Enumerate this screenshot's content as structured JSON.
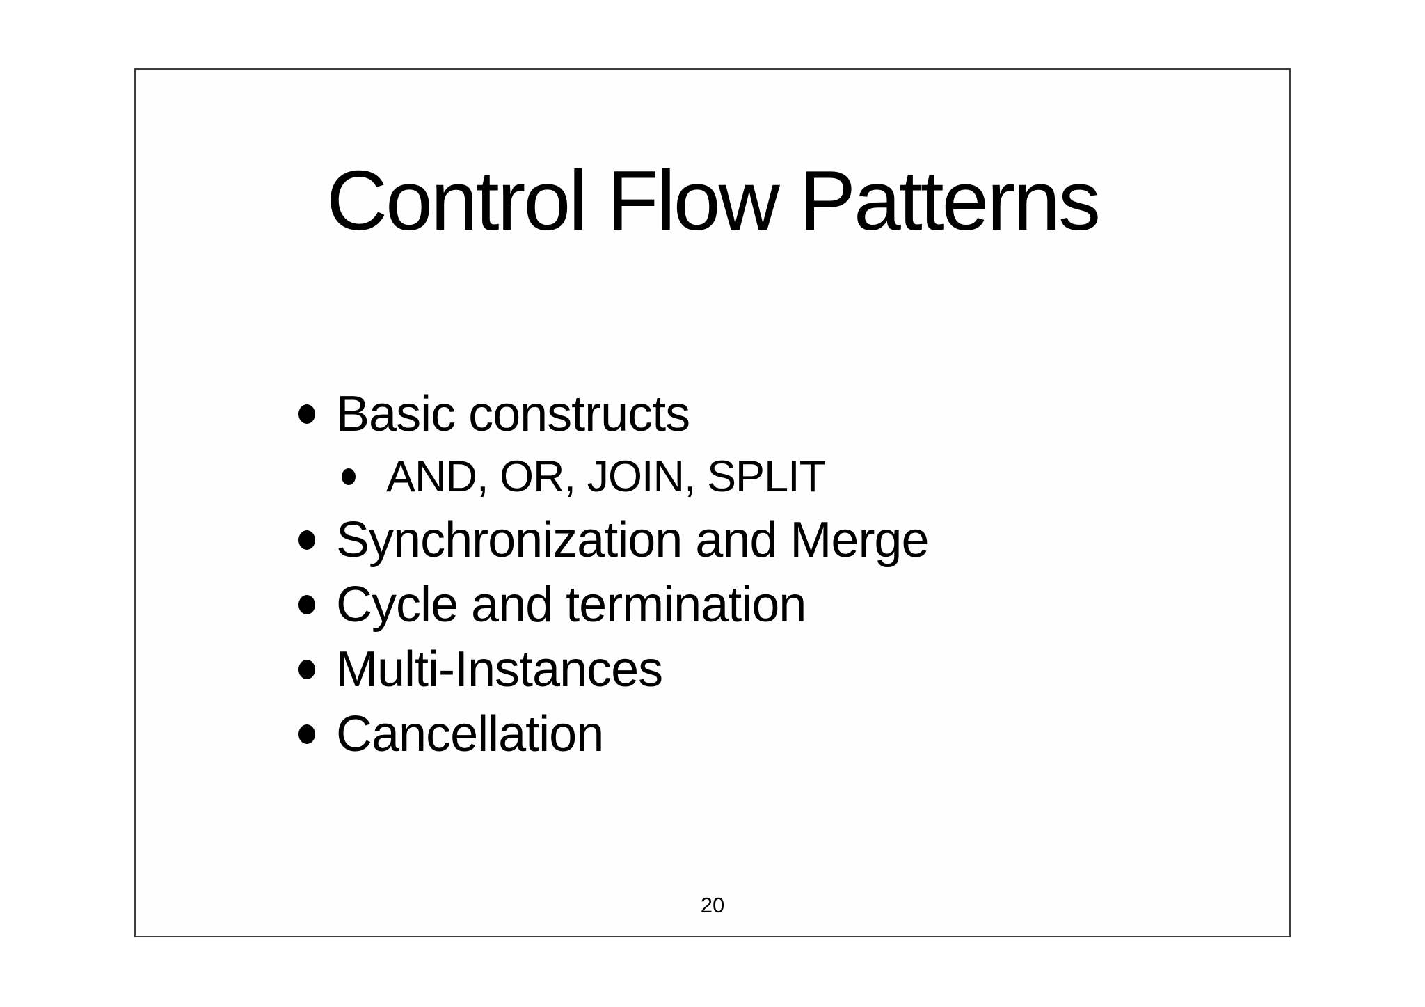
{
  "slide": {
    "title": "Control Flow Patterns",
    "bullets": [
      {
        "level": 1,
        "text": "Basic constructs"
      },
      {
        "level": 2,
        "text": "AND, OR, JOIN, SPLIT"
      },
      {
        "level": 1,
        "text": "Synchronization and Merge"
      },
      {
        "level": 1,
        "text": "Cycle and termination"
      },
      {
        "level": 1,
        "text": "Multi-Instances"
      },
      {
        "level": 1,
        "text": "Cancellation"
      }
    ],
    "page_number": "20",
    "colors": {
      "background": "#ffffff",
      "slide_background": "#fefefe",
      "border": "#3f3f3f",
      "text": "#000000"
    }
  }
}
